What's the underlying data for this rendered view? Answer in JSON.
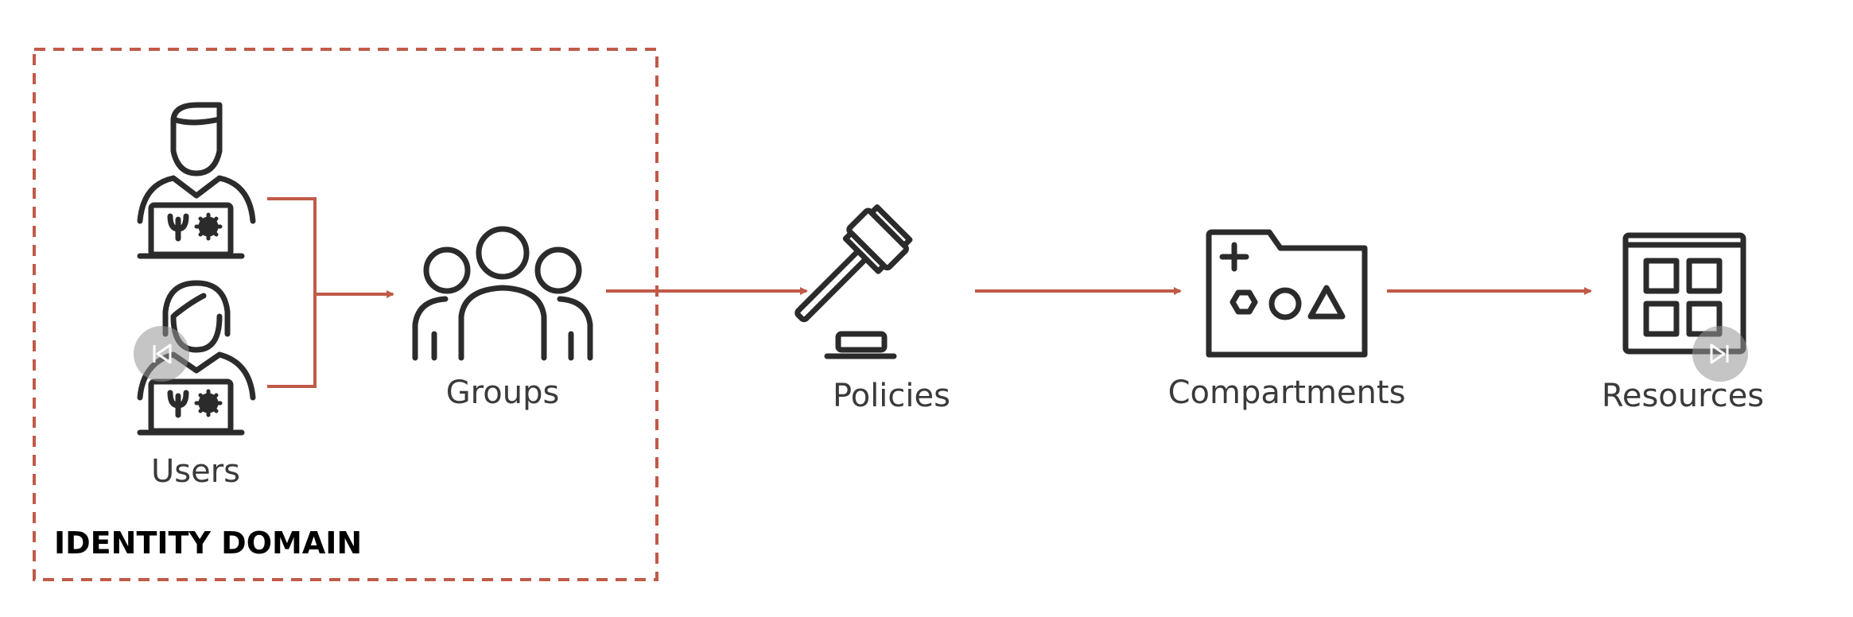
{
  "diagram": {
    "container": {
      "label": "IDENTITY DOMAIN"
    },
    "nodes": [
      {
        "id": "users",
        "label": "Users",
        "icon": "users-icon"
      },
      {
        "id": "groups",
        "label": "Groups",
        "icon": "group-icon"
      },
      {
        "id": "policies",
        "label": "Policies",
        "icon": "gavel-icon"
      },
      {
        "id": "compartments",
        "label": "Compartments",
        "icon": "folder-shapes-icon"
      },
      {
        "id": "resources",
        "label": "Resources",
        "icon": "grid-window-icon"
      }
    ],
    "edges": [
      {
        "from": "users",
        "to": "groups"
      },
      {
        "from": "groups",
        "to": "policies"
      },
      {
        "from": "policies",
        "to": "compartments"
      },
      {
        "from": "compartments",
        "to": "resources"
      }
    ]
  },
  "controls": {
    "previous_icon": "skip-back-icon",
    "next_icon": "skip-forward-icon"
  },
  "colors": {
    "arrow": "#c05a48",
    "border": "#c05a48",
    "icon": "#2b2b2b",
    "label": "#3a3a3a",
    "control": "#9a9a9a"
  }
}
